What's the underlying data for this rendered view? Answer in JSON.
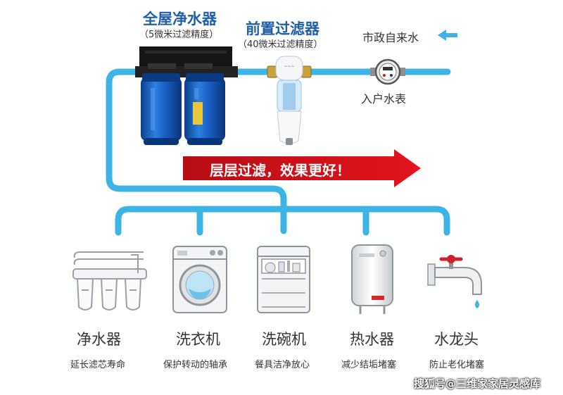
{
  "whole_house": {
    "title": "全屋净水器",
    "precision": "（5微米过滤精度）"
  },
  "pre_filter": {
    "title": "前置过滤器",
    "precision": "（40微米过滤精度）"
  },
  "municipal": {
    "label": "市政自来水"
  },
  "meter": {
    "label": "入户水表"
  },
  "banner": {
    "text": "层层过滤，效果更好！"
  },
  "appliances": [
    {
      "name": "净水器",
      "desc": "延长滤芯寿命"
    },
    {
      "name": "洗衣机",
      "desc": "保护转动的轴承"
    },
    {
      "name": "洗碗机",
      "desc": "餐具洁净放心"
    },
    {
      "name": "热水器",
      "desc": "减少结垢堵塞"
    },
    {
      "name": "水龙头",
      "desc": "防止老化堵塞"
    }
  ],
  "watermark": "搜狐号@三维家家居灵感库",
  "colors": {
    "pipe": "#3cb4e6",
    "arrow": "#d9101a",
    "title": "#1f5fa8",
    "housing": "#1a64c8"
  }
}
